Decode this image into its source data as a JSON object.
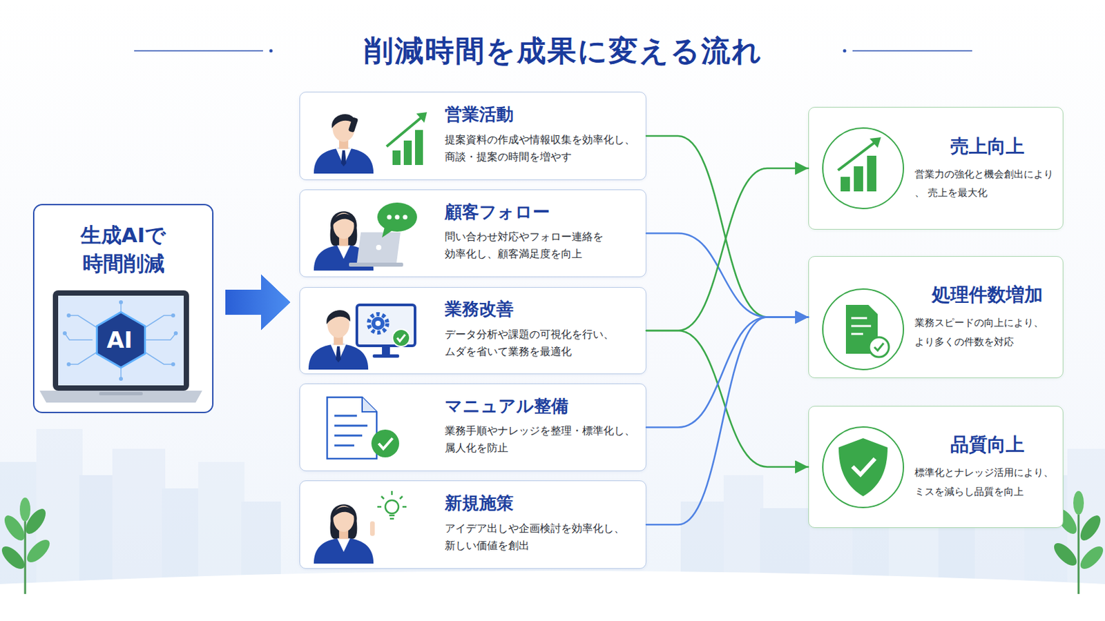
{
  "diagram": {
    "title": "削減時間を成果に変える流れ",
    "nodes": [
      {
        "text": [
          "生成AIで 時間削減"
        ]
      },
      {
        "text": [
          "営業活動",
          "提案資料の作成や情報収集を効率化し、 商談・提案の時間を増やす"
        ]
      },
      {
        "text": [
          "顧客フォロー",
          "問い合わせ対応やフォロー連絡を 効率化し、顧客満足度を向上"
        ]
      },
      {
        "text": [
          "業務改善",
          "データ分析や課題の可視化を行い、 ムダを省いて業務を最適化"
        ]
      },
      {
        "text": [
          "マニュアル整備",
          "業務手順やナレッジを整理・標準化し、 属人化を防止"
        ]
      },
      {
        "text": [
          "新規施策",
          "アイデア出しや企画検討を効率化し、 新しい価値を創出"
        ]
      },
      {
        "text": [
          "売上向上",
          "営業力の強化と機会創出により、 売上を最大化"
        ]
      },
      {
        "text": [
          "処理件数増加",
          "業務スピードの向上により、 より多くの件数を対応"
        ]
      },
      {
        "text": [
          "品質向上",
          "標準化とナレッジ活用により、 ミスを減らし品質を向上"
        ]
      }
    ],
    "edges": [
      {
        "from": 0,
        "to": 1,
        "arrow": "to"
      },
      {
        "from": 0,
        "to": 2,
        "arrow": "to"
      },
      {
        "from": 0,
        "to": 3,
        "arrow": "to"
      },
      {
        "from": 0,
        "to": 4,
        "arrow": "to"
      },
      {
        "from": 0,
        "to": 5,
        "arrow": "to"
      },
      {
        "from": 1,
        "to": 7,
        "arrow": "to"
      },
      {
        "from": 2,
        "to": 7,
        "arrow": "to"
      },
      {
        "from": 3,
        "to": 6,
        "arrow": "to"
      },
      {
        "from": 3,
        "to": 8,
        "arrow": "to"
      },
      {
        "from": 4,
        "to": 7,
        "arrow": "to"
      },
      {
        "from": 5,
        "to": 7,
        "arrow": "to"
      }
    ],
    "labels": [
      "AI"
    ]
  }
}
